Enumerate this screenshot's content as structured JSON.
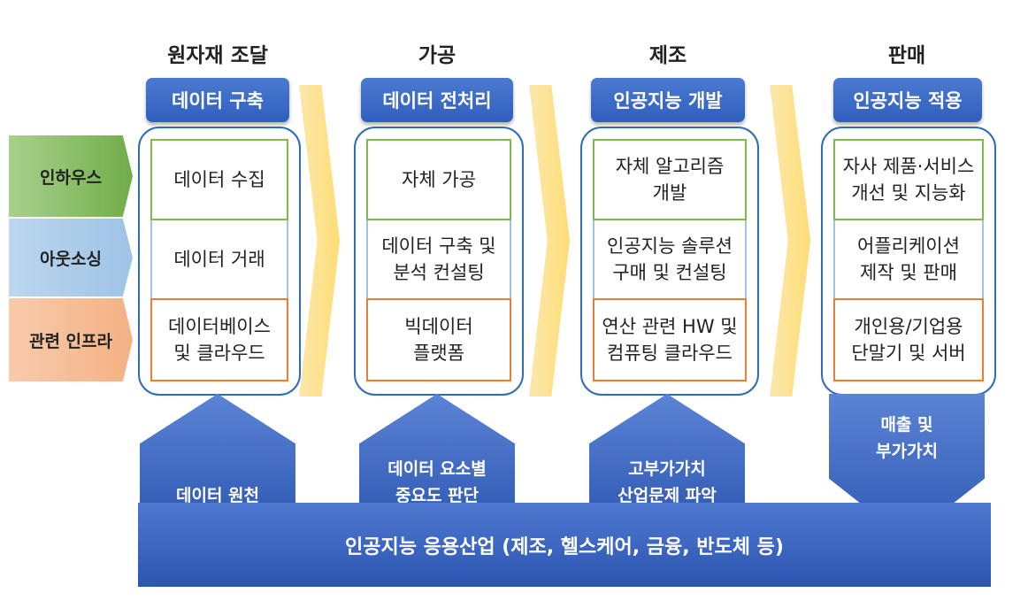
{
  "stages": [
    {
      "title": "원자재 조달",
      "header": "데이터 구축",
      "cells": [
        "데이터 수집",
        "데이터 거래",
        "데이터베이스\n및 클라우드"
      ]
    },
    {
      "title": "가공",
      "header": "데이터 전처리",
      "cells": [
        "자체 가공",
        "데이터 구축 및\n분석 컨설팅",
        "빅데이터\n플랫폼"
      ]
    },
    {
      "title": "제조",
      "header": "인공지능 개발",
      "cells": [
        "자체 알고리즘\n개발",
        "인공지능 솔루션\n구매 및 컨설팅",
        "연산 관련 HW 및\n컴퓨팅 클라우드"
      ]
    },
    {
      "title": "판매",
      "header": "인공지능 적용",
      "cells": [
        "자사 제품·서비스\n개선 및 지능화",
        "어플리케이션\n제작 및 판매",
        "개인용/기업용\n단말기 및 서버"
      ]
    }
  ],
  "row_labels": [
    "인하우스",
    "아웃소싱",
    "관련 인프라"
  ],
  "bottom_shapes": [
    "데이터 원천",
    "데이터 요소별\n중요도 판단",
    "고부가가치\n산업문제 파악",
    "매출 및\n부가가치"
  ],
  "industry_bar": "인공지능 응용산업 (제조, 헬스케어, 금융, 반도체 등)",
  "colors": {
    "header_blue": "#2f5fbd",
    "box_border": "#2d6db5",
    "inhouse_green": "#70ad47",
    "outsourcing_blue": "#9dc3e6",
    "infra_orange": "#ed7d31",
    "chevron_yellow": "#ffd966"
  }
}
